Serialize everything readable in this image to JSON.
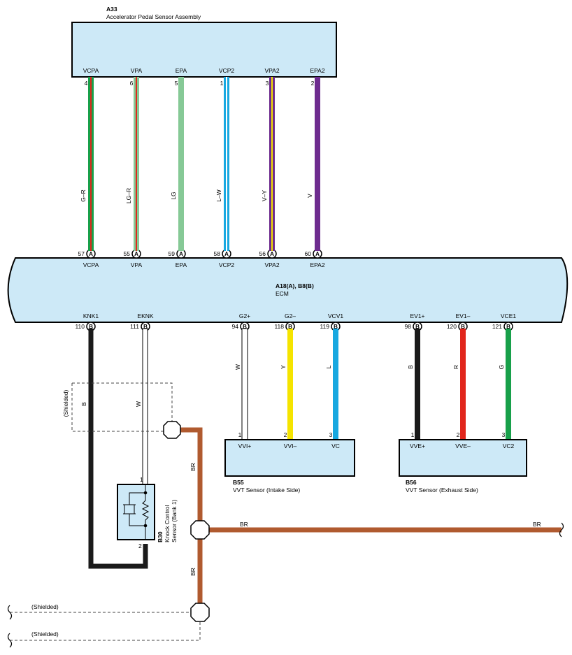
{
  "top_connector": {
    "id": "A33",
    "title": "Accelerator Pedal Sensor Assembly",
    "pins": [
      {
        "label": "VCPA",
        "pin": "4",
        "wire": "G–R",
        "color": "#18a04a",
        "stripe": "#e1261c"
      },
      {
        "label": "VPA",
        "pin": "6",
        "wire": "LG–R",
        "color": "#86c996",
        "stripe": "#e1261c"
      },
      {
        "label": "EPA",
        "pin": "5",
        "wire": "LG",
        "color": "#86c996",
        "stripe": ""
      },
      {
        "label": "VCP2",
        "pin": "1",
        "wire": "L–W",
        "color": "#18a8e0",
        "stripe": "#ffffff"
      },
      {
        "label": "VPA2",
        "pin": "3",
        "wire": "V–Y",
        "color": "#6e2c8f",
        "stripe": "#f5e400"
      },
      {
        "label": "EPA2",
        "pin": "2",
        "wire": "V",
        "color": "#6e2c8f",
        "stripe": ""
      }
    ]
  },
  "ecm": {
    "id": "A18(A), B8(B)",
    "title": "ECM",
    "top_pins": [
      {
        "label": "VCPA",
        "pin": "57",
        "conn": "A"
      },
      {
        "label": "VPA",
        "pin": "55",
        "conn": "A"
      },
      {
        "label": "EPA",
        "pin": "59",
        "conn": "A"
      },
      {
        "label": "VCP2",
        "pin": "58",
        "conn": "A"
      },
      {
        "label": "VPA2",
        "pin": "56",
        "conn": "A"
      },
      {
        "label": "EPA2",
        "pin": "60",
        "conn": "A"
      }
    ],
    "bottom_pins": [
      {
        "label": "KNK1",
        "pin": "110",
        "conn": "B",
        "wire": "B",
        "color": "#1a1a1a"
      },
      {
        "label": "EKNK",
        "pin": "111",
        "conn": "B",
        "wire": "W",
        "color": "#ffffff"
      },
      {
        "label": "G2+",
        "pin": "94",
        "conn": "B",
        "wire": "W",
        "color": "#ffffff"
      },
      {
        "label": "G2–",
        "pin": "118",
        "conn": "B",
        "wire": "Y",
        "color": "#f5e400"
      },
      {
        "label": "VCV1",
        "pin": "119",
        "conn": "B",
        "wire": "L",
        "color": "#18a8e0"
      },
      {
        "label": "EV1+",
        "pin": "98",
        "conn": "B",
        "wire": "B",
        "color": "#1a1a1a"
      },
      {
        "label": "EV1–",
        "pin": "120",
        "conn": "B",
        "wire": "R",
        "color": "#e1261c"
      },
      {
        "label": "VCE1",
        "pin": "121",
        "conn": "B",
        "wire": "G",
        "color": "#18a04a"
      }
    ]
  },
  "b55": {
    "id": "B55",
    "title": "VVT Sensor (Intake Side)",
    "pins": [
      {
        "label": "VVI+",
        "pin": "1"
      },
      {
        "label": "VVI–",
        "pin": "2"
      },
      {
        "label": "VC",
        "pin": "3"
      }
    ]
  },
  "b56": {
    "id": "B56",
    "title": "VVT Sensor (Exhaust Side)",
    "pins": [
      {
        "label": "VVE+",
        "pin": "1"
      },
      {
        "label": "VVE–",
        "pin": "2"
      },
      {
        "label": "VC2",
        "pin": "3"
      }
    ]
  },
  "b30": {
    "id": "B30",
    "title_line1": "Knock Control",
    "title_line2": "Sensor (Bank 1)",
    "pin_top": "1",
    "pin_bottom": "2"
  },
  "shielded": {
    "text": "(Shielded)",
    "ground_wire": "BR",
    "ground_color": "#b05a2f"
  }
}
